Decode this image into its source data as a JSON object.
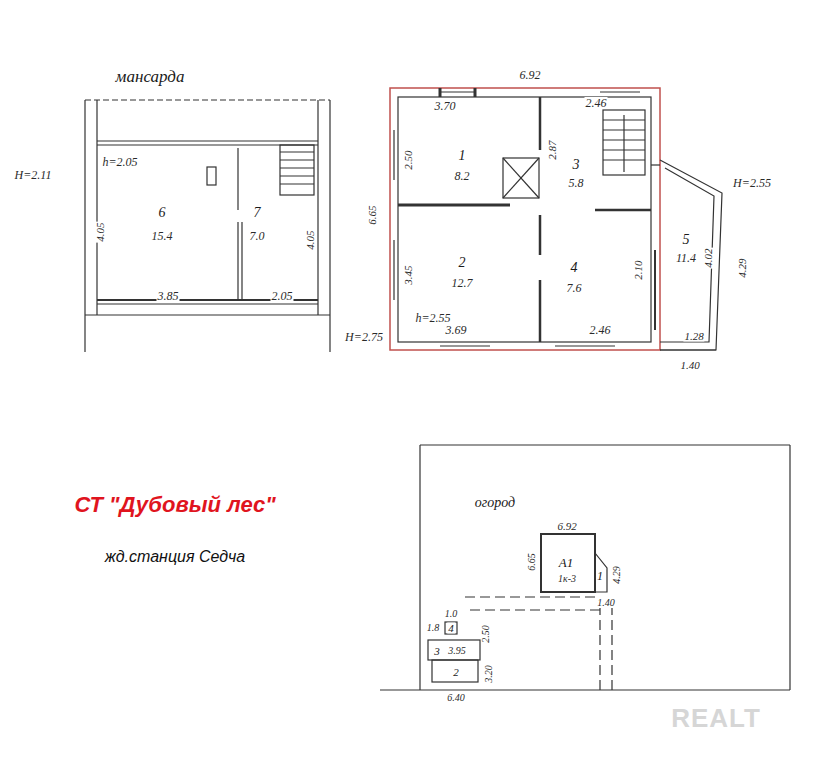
{
  "diagram": {
    "title": "СТ \"Дубовый лес\"",
    "caption": "жд.станция Седча",
    "labels": [
      "мансарда",
      "H=2.11",
      "h=2.05",
      "4.05",
      "6",
      "15.4",
      "7",
      "7.0",
      "4.05",
      "3.85",
      "2.05",
      "6.92",
      "3.70",
      "2.46",
      "1",
      "8.2",
      "2.87",
      "3",
      "5.8",
      "2.50",
      "6.65",
      "H=2.55",
      "5",
      "11.4",
      "4.02",
      "4.29",
      "2",
      "12.7",
      "3.45",
      "4",
      "7.6",
      "2.10",
      "h=2.55",
      "3.69",
      "2.46",
      "H=2.75",
      "1.28",
      "1.40",
      "огород",
      "6.92",
      "6.65",
      "А1",
      "1к-3",
      "1",
      "4.29",
      "1.40",
      "1.0",
      "1.8",
      "4",
      "3",
      "3.95",
      "2.50",
      "2",
      "3.20",
      "6.40",
      "REALT"
    ]
  }
}
